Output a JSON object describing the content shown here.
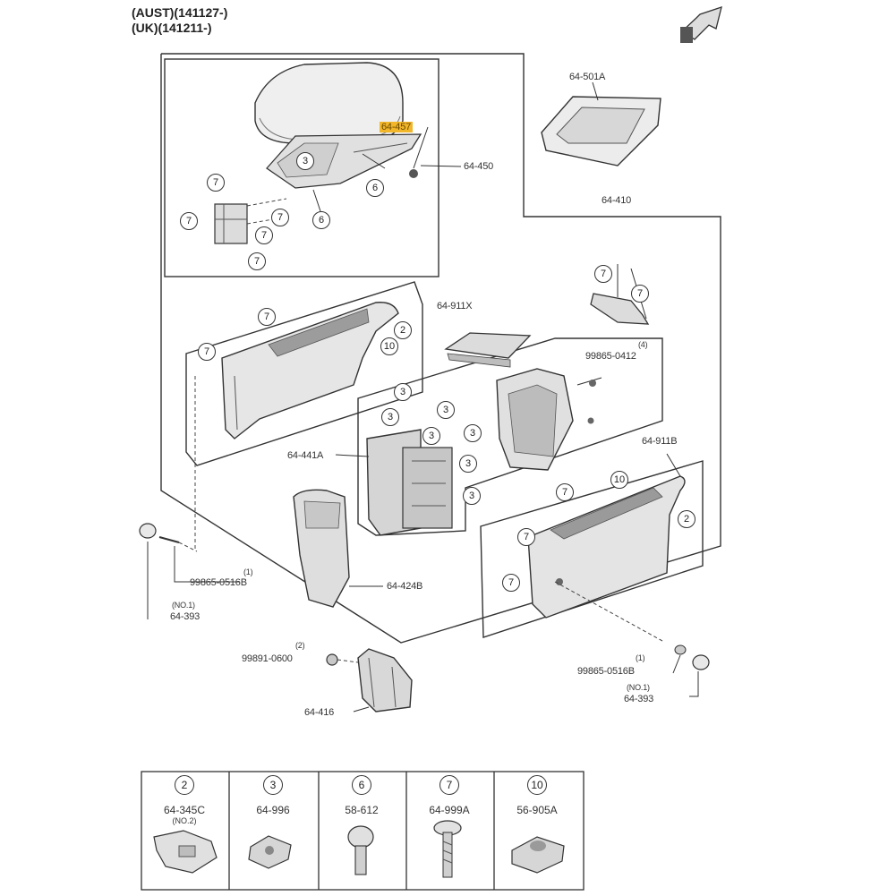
{
  "header": {
    "line1": "(AUST)(141127-)",
    "line2": "(UK)(141211-)"
  },
  "parts": {
    "p_64_457": "64-457",
    "p_64_450": "64-450",
    "p_64_501A": "64-501A",
    "p_64_410": "64-410",
    "p_64_911X": "64-911X",
    "p_99865_0412": "99865-0412",
    "p_qty4": "(4)",
    "p_64_441A": "64-441A",
    "p_64_911B": "64-911B",
    "p_qty1_left": "(1)",
    "p_99865_0516B_left": "99865-0516B",
    "p_no1_left": "(NO.1)",
    "p_64_393_left": "64-393",
    "p_64_424B": "64-424B",
    "p_qty2": "(2)",
    "p_99891_0600": "99891-0600",
    "p_64_416": "64-416",
    "p_qty1_right": "(1)",
    "p_99865_0516B_right": "99865-0516B",
    "p_no1_right": "(NO.1)",
    "p_64_393_right": "64-393"
  },
  "callouts": {
    "c2": "2",
    "c3": "3",
    "c6": "6",
    "c7": "7",
    "c10": "10"
  },
  "legend": [
    {
      "num": "2",
      "code": "64-345C",
      "note": "(NO.2)"
    },
    {
      "num": "3",
      "code": "64-996",
      "note": ""
    },
    {
      "num": "6",
      "code": "58-612",
      "note": ""
    },
    {
      "num": "7",
      "code": "64-999A",
      "note": ""
    },
    {
      "num": "10",
      "code": "56-905A",
      "note": ""
    }
  ],
  "colors": {
    "line": "#333333",
    "part_fill": "#e9e9e9",
    "part_shade": "#bdbdbd",
    "highlight": "#f2b62a"
  }
}
